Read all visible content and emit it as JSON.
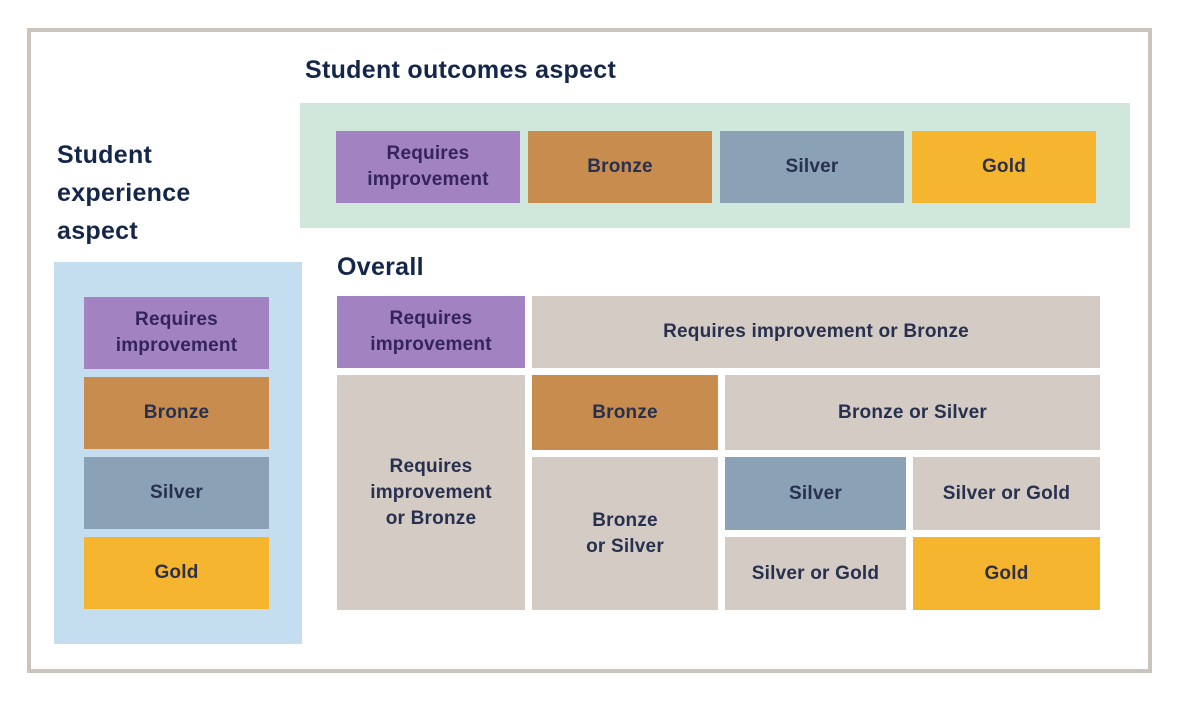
{
  "diagram": {
    "outcomes_axis": {
      "title": "Student outcomes aspect",
      "ratings": [
        {
          "label": "Requires improvement"
        },
        {
          "label": "Bronze"
        },
        {
          "label": "Silver"
        },
        {
          "label": "Gold"
        }
      ]
    },
    "experience_axis": {
      "title": "Student experience aspect",
      "ratings": [
        {
          "label": "Requires improvement"
        },
        {
          "label": "Bronze"
        },
        {
          "label": "Silver"
        },
        {
          "label": "Gold"
        }
      ]
    },
    "overall": {
      "title": "Overall",
      "cells": [
        {
          "label": "Requires improvement"
        },
        {
          "label": "Requires improvement or Bronze"
        },
        {
          "label": "Requires improvement or Bronze"
        },
        {
          "label": "Bronze"
        },
        {
          "label": "Bronze or Silver"
        },
        {
          "label": "Bronze or Silver"
        },
        {
          "label": "Silver"
        },
        {
          "label": "Silver or Gold"
        },
        {
          "label": "Silver or Gold"
        },
        {
          "label": "Gold"
        }
      ]
    },
    "colors": {
      "requires_improvement": "#a382c1",
      "bronze": "#c78c4e",
      "silver": "#8ba1b6",
      "gold": "#f6b52f",
      "combined_cell": "#d4cbc4",
      "outcomes_band": "#cfe8db",
      "experience_band": "#c4ddef",
      "heading_text": "#14264a",
      "frame_border": "#cbc4bd"
    }
  }
}
